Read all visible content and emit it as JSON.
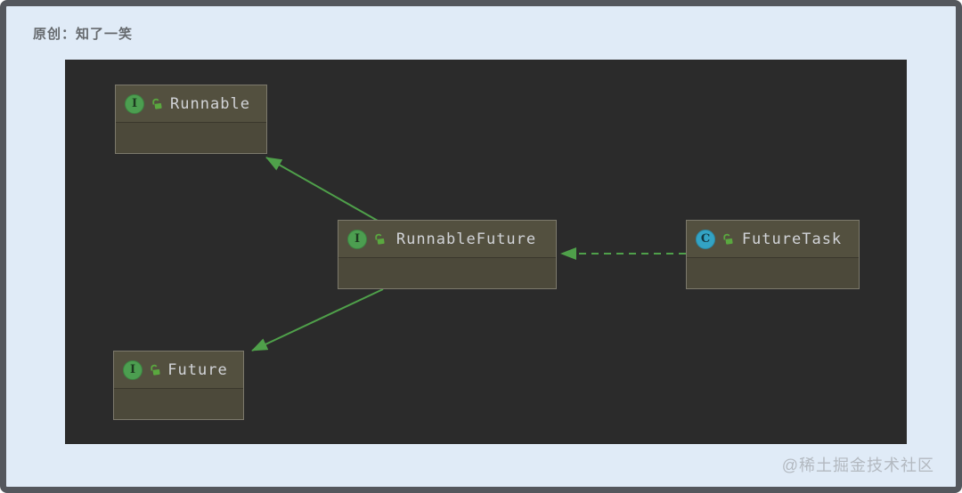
{
  "page": {
    "header_text": "原创：知了一笑",
    "watermark_text": "@稀土掘金技术社区"
  },
  "colors": {
    "frame_background": "#e0ebf7",
    "frame_border": "#54575d",
    "diagram_background": "#2b2b2b",
    "node_fill": "#53503f",
    "node_border": "#7c796c",
    "node_label_text": "#d2d4d8",
    "arrow_green": "#4fa04a",
    "interface_icon": "#4c9e50",
    "class_icon": "#33a3c4",
    "lock_icon": "#5aa83f"
  },
  "diagram": {
    "kind": "uml-class-diagram",
    "nodes": [
      {
        "id": "Runnable",
        "label": "Runnable",
        "kind": "interface",
        "icon_letter": "I"
      },
      {
        "id": "RunnableFuture",
        "label": "RunnableFuture",
        "kind": "interface",
        "icon_letter": "I"
      },
      {
        "id": "FutureTask",
        "label": "FutureTask",
        "kind": "class",
        "icon_letter": "C"
      },
      {
        "id": "Future",
        "label": "Future",
        "kind": "interface",
        "icon_letter": "I"
      }
    ],
    "edges": [
      {
        "from": "RunnableFuture",
        "to": "Runnable",
        "style": "solid",
        "arrow": "filled-triangle"
      },
      {
        "from": "RunnableFuture",
        "to": "Future",
        "style": "solid",
        "arrow": "filled-triangle"
      },
      {
        "from": "FutureTask",
        "to": "RunnableFuture",
        "style": "dashed",
        "arrow": "filled-triangle"
      }
    ]
  }
}
